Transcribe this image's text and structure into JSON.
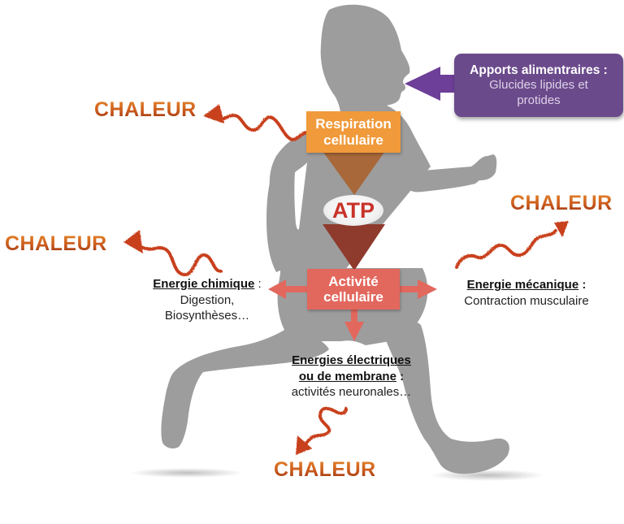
{
  "diagram": {
    "inputs": {
      "title": "Apports alimentraires :",
      "subtitle_line1": "Glucides lipides et",
      "subtitle_line2": "protides"
    },
    "respiration": {
      "line1": "Respiration",
      "line2": "cellulaire"
    },
    "atp": "ATP",
    "activity": {
      "line1": "Activité",
      "line2": "cellulaire"
    },
    "energies": {
      "chemical": {
        "heading": "Energie chimique",
        "colon": ":",
        "line1": "Digestion,",
        "line2": "Biosynthèses…"
      },
      "mechanical": {
        "heading": "Energie mécanique",
        "colon": ":",
        "line1": "Contraction musculaire"
      },
      "electrical": {
        "heading_line1": "Energies électriques",
        "heading_line2": "ou de membrane",
        "colon": ":",
        "line1": "activités neuronales…"
      }
    },
    "heat": {
      "top_left": "CHALEUR",
      "mid_left": "CHALEUR",
      "right": "CHALEUR",
      "bottom": "CHALEUR"
    }
  },
  "colors": {
    "silhouette": "#9d9d9d",
    "input_box": "#6b4a8c",
    "input_arrow": "#6d3f98",
    "respiration_box": "#f09a3b",
    "respiration_arrow": "#a8683a",
    "atp_text": "#c8332a",
    "atp_arrow": "#8e3a2c",
    "activity_box": "#e2685e",
    "heat_squiggle": "#c8401f"
  }
}
